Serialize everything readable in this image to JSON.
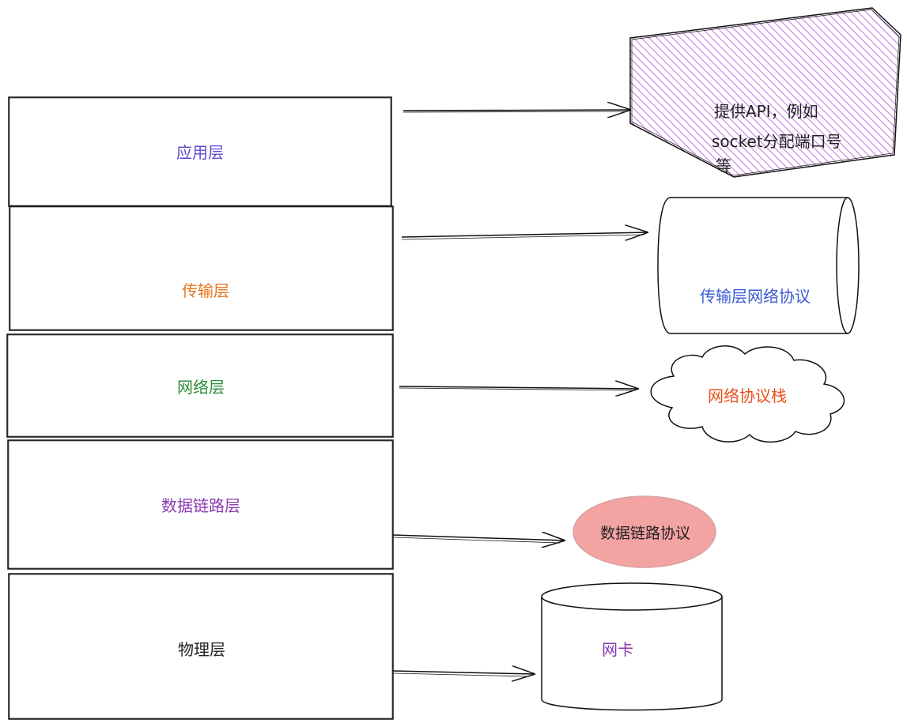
{
  "layers": [
    {
      "label": "应用层",
      "color": "#5b4ccf"
    },
    {
      "label": "传输层",
      "color": "#e8731a"
    },
    {
      "label": "网络层",
      "color": "#2e8b3a"
    },
    {
      "label": "数据链路层",
      "color": "#8b3ab0"
    },
    {
      "label": "物理层",
      "color": "#222222"
    }
  ],
  "targets": {
    "app": {
      "lines": [
        "提供API，例如",
        "socket分配端口号",
        "等"
      ],
      "fill": "#d88bf0",
      "text_color": "#222222"
    },
    "transport": {
      "label": "传输层网络协议",
      "color": "#3a5bd0"
    },
    "network": {
      "label": "网络协议栈",
      "color": "#e8501a"
    },
    "datalink": {
      "label": "数据链路协议",
      "fill": "#f4a3a3",
      "color": "#222222"
    },
    "physical": {
      "label": "网卡",
      "color": "#8b3ab0"
    }
  }
}
